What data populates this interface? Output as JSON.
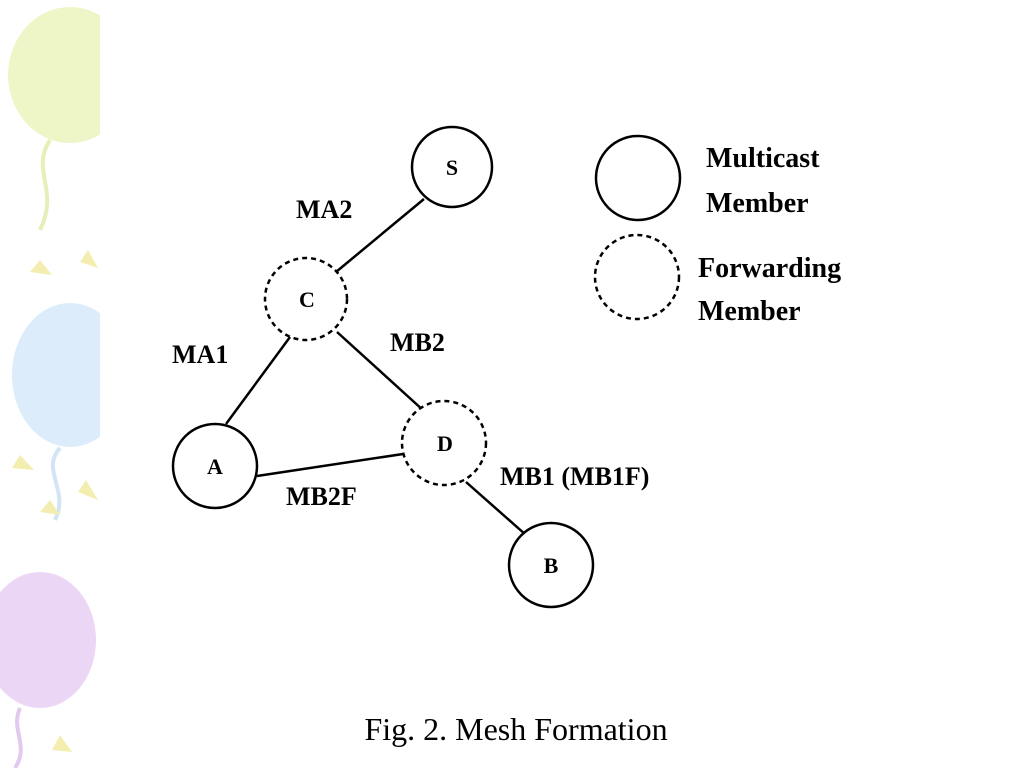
{
  "diagram": {
    "nodes": [
      {
        "id": "S",
        "label": "S",
        "type": "multicast"
      },
      {
        "id": "C",
        "label": "C",
        "type": "forwarding"
      },
      {
        "id": "A",
        "label": "A",
        "type": "multicast"
      },
      {
        "id": "D",
        "label": "D",
        "type": "forwarding"
      },
      {
        "id": "B",
        "label": "B",
        "type": "multicast"
      }
    ],
    "edges": [
      {
        "from": "S",
        "to": "C",
        "label": "MA2"
      },
      {
        "from": "C",
        "to": "A",
        "label": "MA1"
      },
      {
        "from": "C",
        "to": "D",
        "label": "MB2"
      },
      {
        "from": "A",
        "to": "D",
        "label": "MB2F"
      },
      {
        "from": "D",
        "to": "B",
        "label": "MB1 (MB1F)"
      }
    ],
    "legend": {
      "multicast_line1": "Multicast",
      "multicast_line2": "Member",
      "forwarding_line1": "Forwarding",
      "forwarding_line2": "Member"
    },
    "caption": "Fig. 2. Mesh Formation"
  },
  "colors": {
    "stroke": "#000000",
    "background": "#ffffff",
    "balloon_green": "#eef6c8",
    "balloon_blue": "#dcecfb",
    "balloon_purple": "#ecd6f6",
    "accent_yellow": "#f6eeaa"
  }
}
